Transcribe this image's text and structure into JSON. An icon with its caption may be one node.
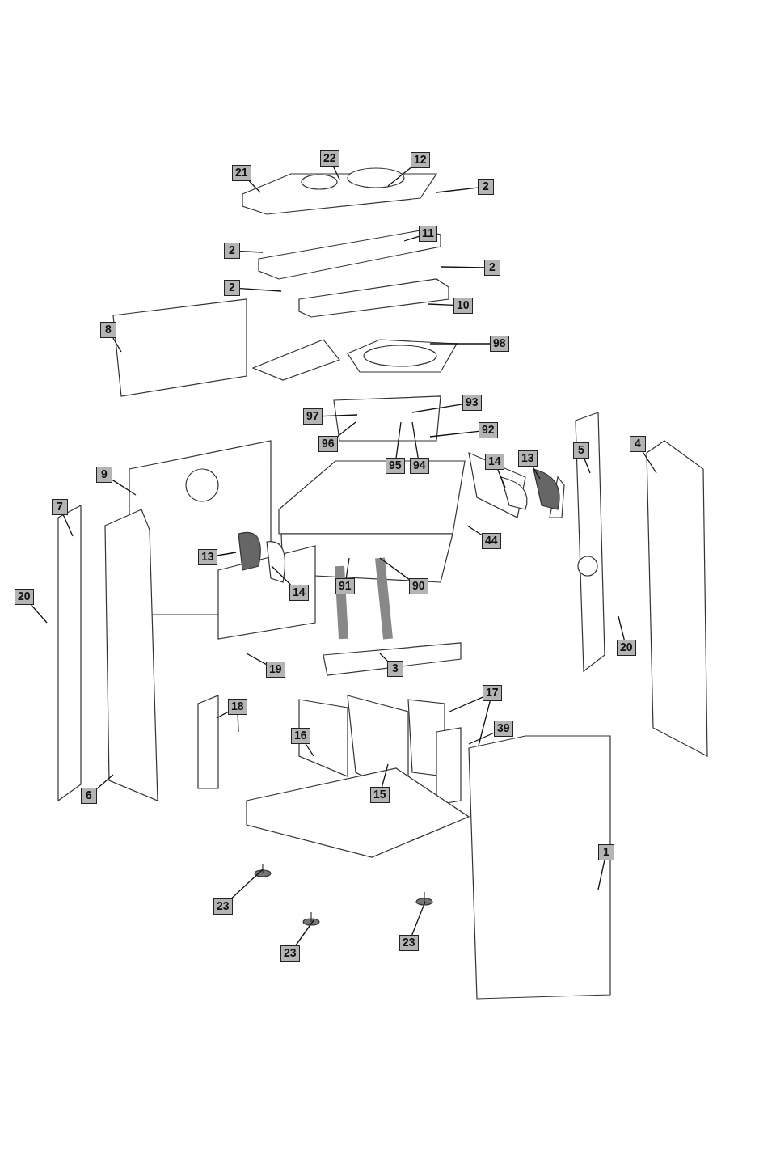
{
  "diagram": {
    "nodes": [
      {
        "text": [
          "22"
        ]
      },
      {
        "text": [
          "21"
        ]
      },
      {
        "text": [
          "12"
        ]
      },
      {
        "text": [
          "2"
        ]
      },
      {
        "text": [
          "2"
        ]
      },
      {
        "text": [
          "11"
        ]
      },
      {
        "text": [
          "2"
        ]
      },
      {
        "text": [
          "2"
        ]
      },
      {
        "text": [
          "10"
        ]
      },
      {
        "text": [
          "8"
        ]
      },
      {
        "text": [
          "98"
        ]
      },
      {
        "text": [
          "97"
        ]
      },
      {
        "text": [
          "93"
        ]
      },
      {
        "text": [
          "96"
        ]
      },
      {
        "text": [
          "92"
        ]
      },
      {
        "text": [
          "95"
        ]
      },
      {
        "text": [
          "94"
        ]
      },
      {
        "text": [
          "5"
        ]
      },
      {
        "text": [
          "4"
        ]
      },
      {
        "text": [
          "14"
        ]
      },
      {
        "text": [
          "13"
        ]
      },
      {
        "text": [
          "9"
        ]
      },
      {
        "text": [
          "7"
        ]
      },
      {
        "text": [
          "13"
        ]
      },
      {
        "text": [
          "14"
        ]
      },
      {
        "text": [
          "91"
        ]
      },
      {
        "text": [
          "90"
        ]
      },
      {
        "text": [
          "44"
        ]
      },
      {
        "text": [
          "20"
        ]
      },
      {
        "text": [
          "20"
        ]
      },
      {
        "text": [
          "19"
        ]
      },
      {
        "text": [
          "3"
        ]
      },
      {
        "text": [
          "18"
        ]
      },
      {
        "text": [
          "17"
        ]
      },
      {
        "text": [
          "16"
        ]
      },
      {
        "text": [
          "39"
        ]
      },
      {
        "text": [
          "15"
        ]
      },
      {
        "text": [
          "6"
        ]
      },
      {
        "text": [
          "1"
        ]
      },
      {
        "text": [
          "23"
        ]
      },
      {
        "text": [
          "23"
        ]
      },
      {
        "text": [
          "23"
        ]
      }
    ],
    "edges": [
      {
        "from": 0,
        "to": null,
        "arrow": "none"
      },
      {
        "from": 1,
        "to": null,
        "arrow": "none"
      },
      {
        "from": 2,
        "to": null,
        "arrow": "none"
      },
      {
        "from": 3,
        "to": null,
        "arrow": "none"
      },
      {
        "from": 4,
        "to": null,
        "arrow": "none"
      },
      {
        "from": 5,
        "to": null,
        "arrow": "none"
      },
      {
        "from": 6,
        "to": null,
        "arrow": "none"
      },
      {
        "from": 7,
        "to": null,
        "arrow": "none"
      },
      {
        "from": 8,
        "to": null,
        "arrow": "none"
      },
      {
        "from": 9,
        "to": null,
        "arrow": "none"
      },
      {
        "from": 10,
        "to": null,
        "arrow": "none"
      },
      {
        "from": 11,
        "to": null,
        "arrow": "none"
      },
      {
        "from": 12,
        "to": null,
        "arrow": "none"
      },
      {
        "from": 13,
        "to": null,
        "arrow": "none"
      },
      {
        "from": 14,
        "to": null,
        "arrow": "none"
      },
      {
        "from": 15,
        "to": null,
        "arrow": "none"
      },
      {
        "from": 16,
        "to": null,
        "arrow": "none"
      },
      {
        "from": 17,
        "to": null,
        "arrow": "none"
      },
      {
        "from": 18,
        "to": null,
        "arrow": "none"
      },
      {
        "from": 19,
        "to": null,
        "arrow": "none"
      },
      {
        "from": 20,
        "to": null,
        "arrow": "none"
      },
      {
        "from": 21,
        "to": null,
        "arrow": "none"
      },
      {
        "from": 22,
        "to": null,
        "arrow": "none"
      },
      {
        "from": 23,
        "to": null,
        "arrow": "none"
      },
      {
        "from": 24,
        "to": null,
        "arrow": "none"
      },
      {
        "from": 25,
        "to": null,
        "arrow": "none"
      },
      {
        "from": 26,
        "to": null,
        "arrow": "none"
      },
      {
        "from": 27,
        "to": null,
        "arrow": "none"
      },
      {
        "from": 28,
        "to": null,
        "arrow": "none"
      },
      {
        "from": 29,
        "to": null,
        "arrow": "none"
      },
      {
        "from": 30,
        "to": null,
        "arrow": "none"
      },
      {
        "from": 31,
        "to": null,
        "arrow": "none"
      },
      {
        "from": 32,
        "to": null,
        "arrow": "none"
      },
      {
        "from": 32,
        "to": null,
        "arrow": "none"
      },
      {
        "from": 33,
        "to": null,
        "arrow": "none"
      },
      {
        "from": 33,
        "to": null,
        "arrow": "none"
      },
      {
        "from": 34,
        "to": null,
        "arrow": "none"
      },
      {
        "from": 35,
        "to": null,
        "arrow": "none"
      },
      {
        "from": 36,
        "to": null,
        "arrow": "none"
      },
      {
        "from": 37,
        "to": null,
        "arrow": "none"
      },
      {
        "from": 38,
        "to": null,
        "arrow": "none"
      },
      {
        "from": 39,
        "to": null,
        "arrow": "none"
      },
      {
        "from": 40,
        "to": null,
        "arrow": "none"
      },
      {
        "from": 41,
        "to": null,
        "arrow": "none"
      }
    ]
  }
}
